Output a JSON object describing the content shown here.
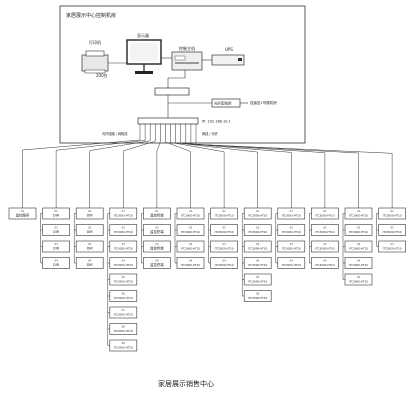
{
  "control_room": {
    "title": "家居展示中心控制机房",
    "printer_label": "打印机",
    "printer_caption": "200台",
    "monitor_label": "显示器",
    "host_label": "控制主机",
    "ups_label": "UPS",
    "upper_switch_label": "",
    "side_box_label": "光纤配线架",
    "side_caption": "连接至1号楼机房",
    "main_switch_label": "",
    "main_switch_caption": "IP: 192.168.10.1",
    "left_cable_label": "光纤线路 / 网络线",
    "right_cable_label": "网线 / 光纤"
  },
  "columns": [
    {
      "top": "监控服务",
      "items": []
    },
    {
      "top": "DIR",
      "items": [
        "DIR",
        "DIR",
        "DIR"
      ]
    },
    {
      "top": "DIR",
      "items": [
        "DIR",
        "DIR",
        "DIR"
      ]
    },
    {
      "top": "ITC3000-HT10",
      "items": [
        "ITC3000-HT10",
        "ITC3000-HT10",
        "ITC3000-HT10",
        "ITC3000-HT10",
        "ITC3000-HT10",
        "ITC3000-HT10",
        "ITC3000-HT10",
        "ITC3000-HT10"
      ]
    },
    {
      "top": "监控终端",
      "items": [
        "监控终端",
        "监控终端",
        "监控终端"
      ]
    },
    {
      "top": "ITC3000-HT10",
      "items": [
        "ITC3000-HT10",
        "ITC3000-HT10",
        "ITC3000-HT10"
      ]
    },
    {
      "top": "ITC3000-HT10",
      "items": [
        "ITC3000-HT10",
        "ITC3000-HT10",
        "ITC3000-HT10"
      ]
    },
    {
      "top": "ITC3000-HT10",
      "items": [
        "ITC3000-HT10",
        "ITC3000-HT10",
        "ITC3000-HT10",
        "ITC3000-HT10",
        "ITC3000-HT10"
      ]
    },
    {
      "top": "ITC3000-HT10",
      "items": [
        "ITC3000-HT10",
        "ITC3000-HT10",
        "ITC3000-HT10"
      ]
    },
    {
      "top": "ITC3000-HT10",
      "items": [
        "ITC3000-HT10",
        "ITC3000-HT10",
        "ITC3000-HT10"
      ]
    },
    {
      "top": "ITC3000-HT10",
      "items": [
        "ITC3000-HT10",
        "ITC3000-HT10",
        "ITC3000-HT10",
        "ITC3000-HT10"
      ]
    },
    {
      "top": "ITC3000-HT10",
      "items": [
        "ITC3000-HT10",
        "ITC3000-HT10"
      ]
    }
  ],
  "footer_title": "家居展示销售中心",
  "colors": {
    "line": "#333333",
    "box": "#333333",
    "background": "#ffffff"
  }
}
